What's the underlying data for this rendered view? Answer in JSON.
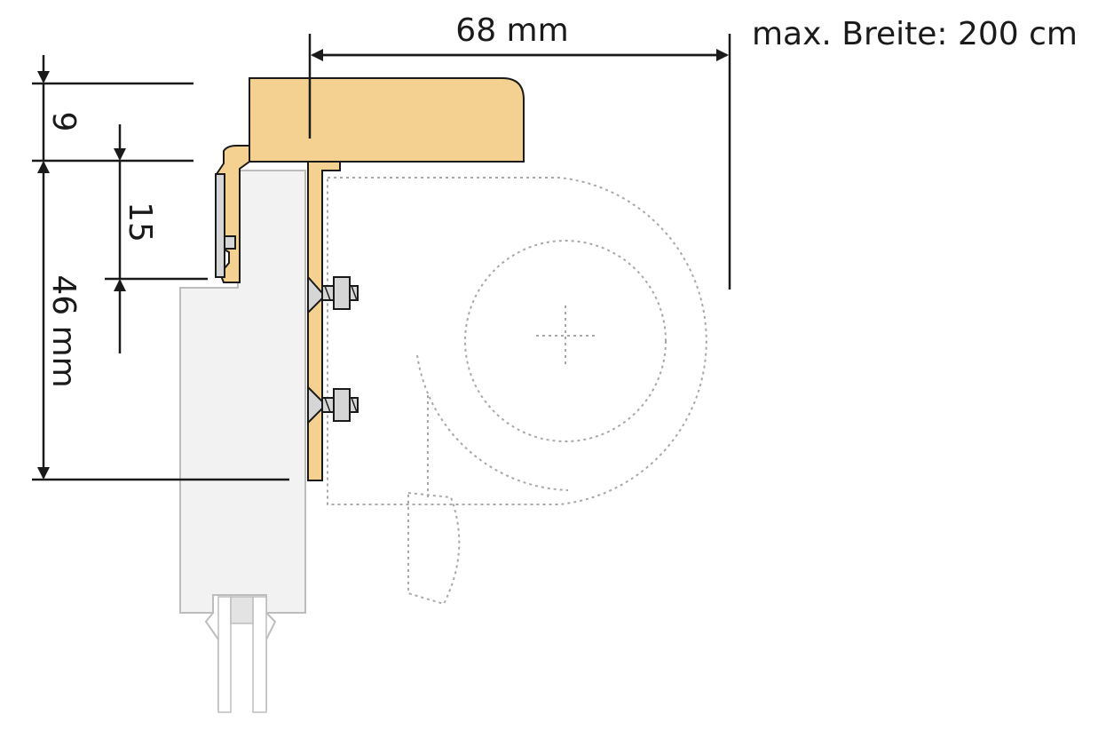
{
  "dimensions": {
    "depth_label": "68 mm",
    "max_width_label": "max. Breite: 200 cm",
    "top_offset_label": "9",
    "bracket_offset_label": "15",
    "height_label": "46 mm"
  },
  "colors": {
    "wood": "#f4d190",
    "metal": "#d6d6d6",
    "frame_fill": "#f2f2f2",
    "outline": "#1a1a1a",
    "frame_outline": "#bdbdbd",
    "dotted": "#a8a8a8"
  }
}
